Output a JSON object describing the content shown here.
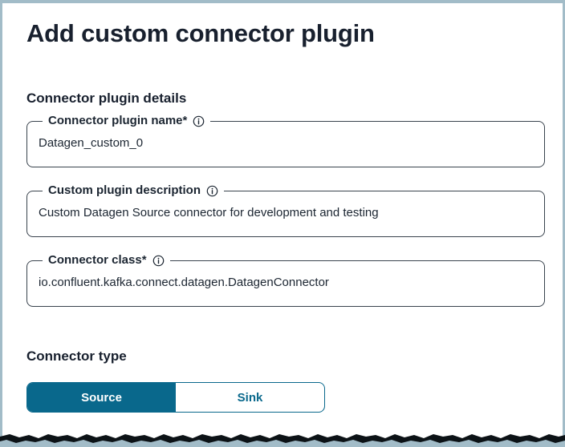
{
  "page": {
    "title": "Add custom connector plugin"
  },
  "sections": {
    "details": {
      "heading": "Connector plugin details",
      "fields": [
        {
          "label": "Connector plugin name*",
          "value": "Datagen_custom_0",
          "icon": "info-icon"
        },
        {
          "label": "Custom plugin description",
          "value": "Custom Datagen Source connector for development and testing",
          "icon": "info-icon"
        },
        {
          "label": "Connector class*",
          "value": "io.confluent.kafka.connect.datagen.DatagenConnector",
          "icon": "info-icon"
        }
      ]
    },
    "type": {
      "heading": "Connector type",
      "options": [
        {
          "label": "Source",
          "selected": true
        },
        {
          "label": "Sink",
          "selected": false
        }
      ]
    }
  },
  "colors": {
    "accent_teal": "#09688c",
    "text_dark": "#1b2531",
    "field_border": "#39434d",
    "frame_border": "#a2bcc8",
    "torn_edge": "#0c1216"
  }
}
